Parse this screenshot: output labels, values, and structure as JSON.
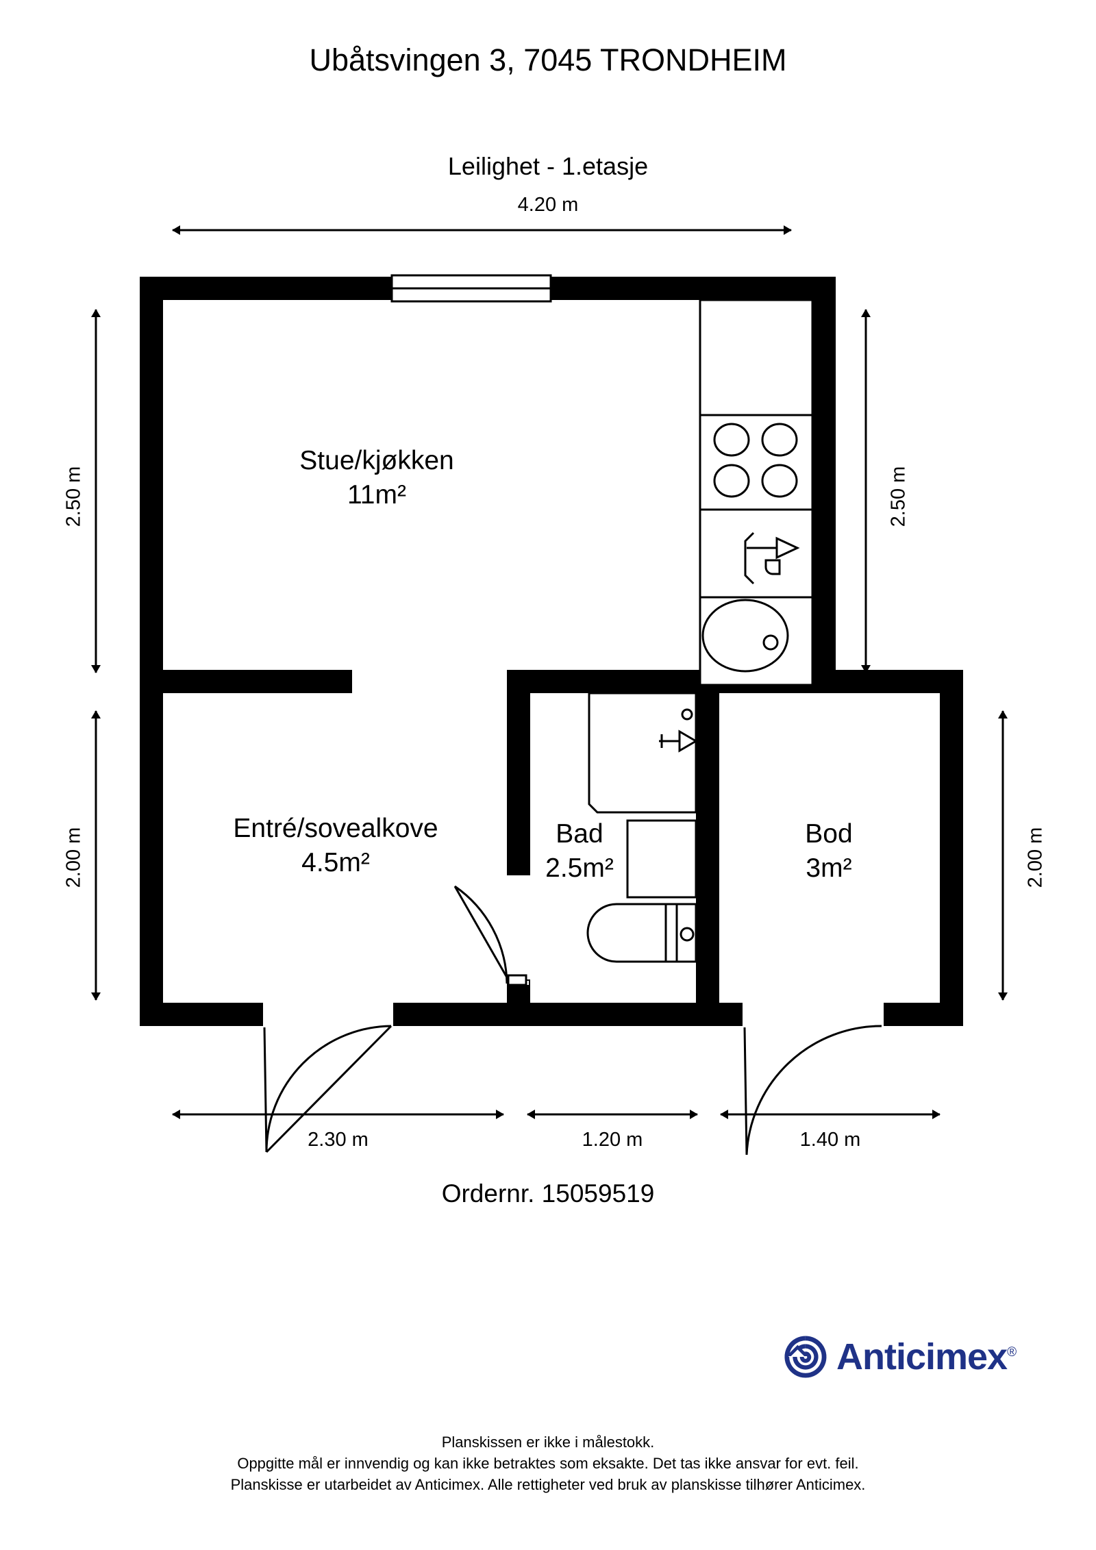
{
  "document": {
    "title": "Ubåtsvingen 3, 7045 TRONDHEIM",
    "floor_title": "Leilighet - 1.etasje",
    "order_number": "Ordernr. 15059519"
  },
  "dimensions": {
    "top": "4.20 m",
    "left_upper": "2.50 m",
    "left_lower": "2.00 m",
    "right_upper": "2.50 m",
    "right_lower": "2.00 m",
    "bottom_left": "2.30 m",
    "bottom_middle": "1.20 m",
    "bottom_right": "1.40 m"
  },
  "rooms": [
    {
      "name": "Stue/kjøkken",
      "area": "11m²"
    },
    {
      "name": "Entré/sovealkove",
      "area": "4.5m²"
    },
    {
      "name": "Bad",
      "area": "2.5m²"
    },
    {
      "name": "Bod",
      "area": "3m²"
    }
  ],
  "fixtures": [
    {
      "name": "kitchen-counter-icon"
    },
    {
      "name": "stove-four-burner-icon"
    },
    {
      "name": "dishwasher-icon"
    },
    {
      "name": "kitchen-sink-icon"
    },
    {
      "name": "shower-icon"
    },
    {
      "name": "washing-machine-icon"
    },
    {
      "name": "toilet-icon"
    },
    {
      "name": "window-icon"
    },
    {
      "name": "entrance-door-icon"
    },
    {
      "name": "bathroom-door-icon"
    },
    {
      "name": "storage-door-icon"
    }
  ],
  "brand": {
    "name": "Anticimex",
    "registered": "®",
    "color": "#1f3287",
    "logo_icon": "spiral-target-icon"
  },
  "footer": {
    "line1": "Planskissen er ikke i målestokk.",
    "line2": "Oppgitte mål er innvendig og kan ikke betraktes som eksakte. Det tas ikke ansvar for evt. feil.",
    "line3": "Planskisse er utarbeidet av Anticimex. Alle rettigheter ved bruk av planskisse tilhører Anticimex."
  },
  "colors": {
    "wall": "#000000",
    "background": "#ffffff",
    "text": "#000000",
    "brand": "#1f3287"
  }
}
